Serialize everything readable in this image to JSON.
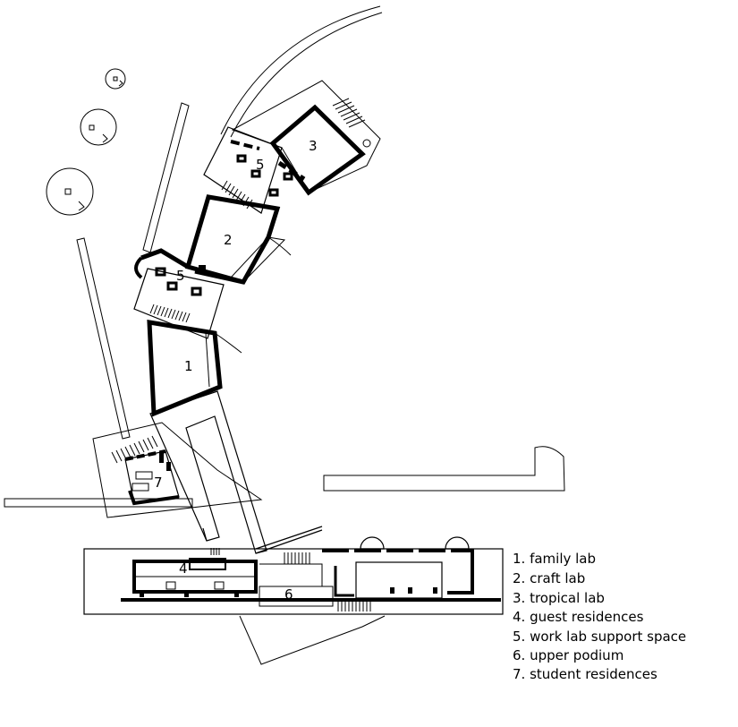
{
  "figure": "Site plan",
  "rooms": [
    {
      "num": "1"
    },
    {
      "num": "2"
    },
    {
      "num": "3"
    },
    {
      "num": "4"
    },
    {
      "num": "5"
    },
    {
      "num": "5"
    },
    {
      "num": "6"
    },
    {
      "num": "7"
    }
  ],
  "legend": [
    "1. family lab",
    "2. craft lab",
    "3. tropical lab",
    "4. guest residences",
    "5. work lab support space",
    "6. upper podium",
    "7. student residences"
  ]
}
